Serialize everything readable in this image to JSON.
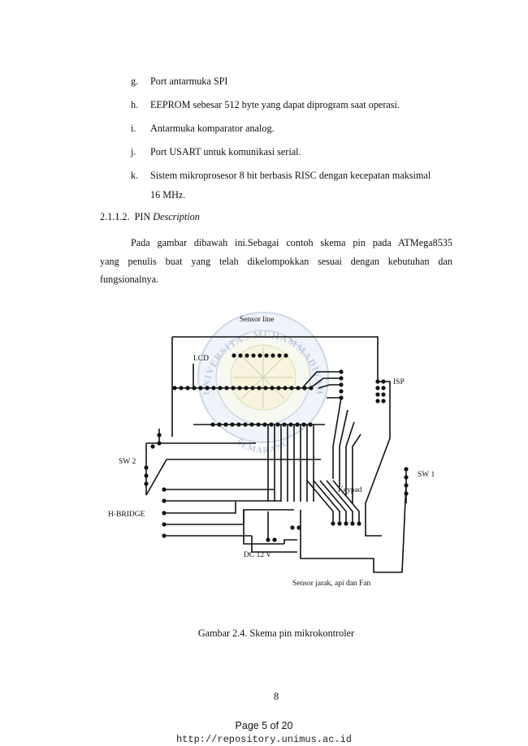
{
  "list_items": [
    {
      "marker": "g.",
      "lines": [
        "Port antarmuka SPI"
      ]
    },
    {
      "marker": "h.",
      "lines": [
        "EEPROM sebesar 512 byte yang dapat diprogram saat operasi."
      ]
    },
    {
      "marker": "i.",
      "lines": [
        "Antarmuka komparator analog."
      ]
    },
    {
      "marker": "j.",
      "lines": [
        "Port USART untuk komunikasi serial."
      ]
    },
    {
      "marker": "k.",
      "lines": [
        "Sistem mikroprosesor 8 bit berbasis RISC dengan kecepatan maksimal",
        "16 MHz."
      ]
    }
  ],
  "section": {
    "number": "2.1.1.2.",
    "title_plain": "PIN",
    "title_italic": "Description"
  },
  "paragraph": {
    "lines": [
      "Pada gambar dibawah ini.Sebagai contoh skema pin pada ATMega8535",
      "yang penulis buat yang telah dikelompokkan sesuai dengan kebutuhan dan",
      "fungsionalnya."
    ]
  },
  "figure": {
    "labels": {
      "sensor_line": "Sensor line",
      "lcd": "LCD",
      "isp": "ISP",
      "sw2": "SW 2",
      "sw1": "SW 1",
      "keypad": "Keypad",
      "hbridge": "H-BRIDGE",
      "dc12v": "DC 12 V",
      "sensor_jarak": "Sensor jarak, api dan Fan"
    },
    "watermark": {
      "top_text": "UNIVERSITAS MUHAMMADIYAH",
      "bottom_text": "SEMARANG"
    },
    "caption": "Gambar 2.4. Skema pin mikrokontroler"
  },
  "page_number": "8",
  "footer": {
    "page_of": "Page 5 of 20",
    "url": "http://repository.unimus.ac.id"
  }
}
